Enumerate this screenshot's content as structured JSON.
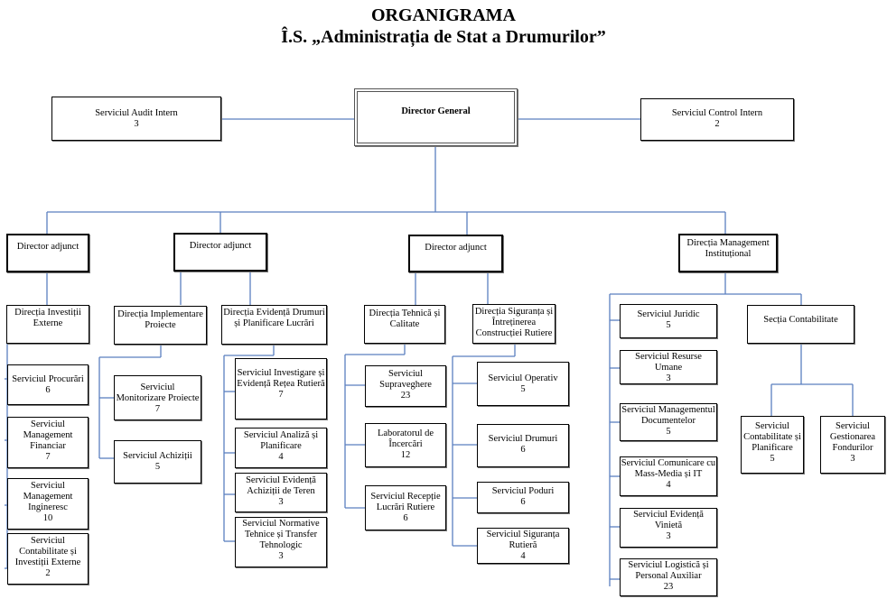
{
  "title": "ORGANIGRAMA",
  "subtitle": "Î.S. „Administrația de Stat a Drumurilor”",
  "colors": {
    "connector": "#5b7fbf",
    "border": "#000000"
  },
  "top": {
    "director_general": "Director General",
    "audit": {
      "name": "Serviciul Audit Intern",
      "count": "3"
    },
    "control": {
      "name": "Serviciul Control Intern",
      "count": "2"
    }
  },
  "deputies": [
    {
      "label": "Director adjunct"
    },
    {
      "label": "Director adjunct"
    },
    {
      "label": "Director adjunct"
    },
    {
      "label": "Direcția Management Instituțional"
    }
  ],
  "directions": {
    "investitii_externe": {
      "name": "Direcția Investiții Externe",
      "units": [
        {
          "name": "Serviciul Procurări",
          "count": "6"
        },
        {
          "name": "Serviciul Management Financiar",
          "count": "7"
        },
        {
          "name": "Serviciul Management Ingineresc",
          "count": "10"
        },
        {
          "name": "Serviciul Contabilitate și Investiții Externe",
          "count": "2"
        }
      ]
    },
    "implementare_proiecte": {
      "name": "Direcția Implementare Proiecte",
      "units": [
        {
          "name": "Serviciul Monitorizare Proiecte",
          "count": "7"
        },
        {
          "name": "Serviciul Achiziții",
          "count": "5"
        }
      ]
    },
    "evidenta_drumuri": {
      "name": "Direcția Evidență Drumuri și Planificare Lucrări",
      "units": [
        {
          "name": "Serviciul Investigare și Evidență Rețea Rutieră",
          "count": "7"
        },
        {
          "name": "Serviciul Analiză și Planificare",
          "count": "4"
        },
        {
          "name": "Serviciul Evidență Achiziții de Teren",
          "count": "3"
        },
        {
          "name": "Serviciul Normative Tehnice și Transfer Tehnologic",
          "count": "3"
        }
      ]
    },
    "tehnica_calitate": {
      "name": "Direcția Tehnică și Calitate",
      "units": [
        {
          "name": "Serviciul Supraveghere",
          "count": "23"
        },
        {
          "name": "Laboratorul de Încercări",
          "count": "12"
        },
        {
          "name": "Serviciul Recepție Lucrări Rutiere",
          "count": "6"
        }
      ]
    },
    "siguranta_intretinere": {
      "name": "Direcția Siguranța și Întreținerea Construcției Rutiere",
      "units": [
        {
          "name": "Serviciul Operativ",
          "count": "5"
        },
        {
          "name": "Serviciul Drumuri",
          "count": "6"
        },
        {
          "name": "Serviciul Poduri",
          "count": "6"
        },
        {
          "name": "Serviciul Siguranța Rutieră",
          "count": "4"
        }
      ]
    },
    "management_institutional": {
      "units": [
        {
          "name": "Serviciul Juridic",
          "count": "5"
        },
        {
          "name": "Serviciul Resurse Umane",
          "count": "3"
        },
        {
          "name": "Serviciul Managementul Documentelor",
          "count": "5"
        },
        {
          "name": "Serviciul Comunicare cu Mass-Media și IT",
          "count": "4"
        },
        {
          "name": "Serviciul Evidență Vinietă",
          "count": "3"
        },
        {
          "name": "Serviciul Logistică și Personal Auxiliar",
          "count": "23"
        }
      ],
      "sectie": {
        "name": "Secția Contabilitate",
        "units": [
          {
            "name": "Serviciul Contabilitate și Planificare",
            "count": "5"
          },
          {
            "name": "Serviciul Gestionarea Fondurilor",
            "count": "3"
          }
        ]
      }
    }
  }
}
